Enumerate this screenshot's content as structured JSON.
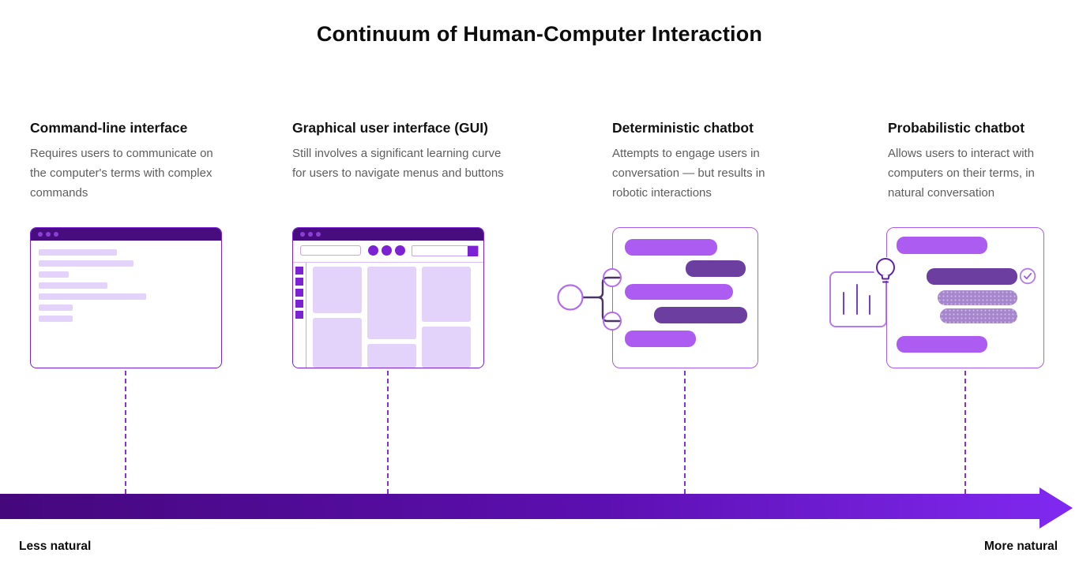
{
  "title": "Continuum of Human-Computer Interaction",
  "columns": [
    {
      "heading": "Command-line interface",
      "description": "Requires users to communicate on the computer's terms with complex commands",
      "illustration": "cli-terminal-window"
    },
    {
      "heading": "Graphical user interface (GUI)",
      "description": "Still involves a significant learning curve for users to navigate menus and buttons",
      "illustration": "gui-browser-window"
    },
    {
      "heading": "Deterministic chatbot",
      "description": "Attempts to engage users in conversation — but results in robotic interactions",
      "illustration": "decision-tree-chat-panel"
    },
    {
      "heading": "Probabilistic chatbot",
      "description": "Allows users to interact with computers on their terms, in natural conversation",
      "illustration": "probabilistic-chat-panel"
    }
  ],
  "axis": {
    "left_label": "Less natural",
    "right_label": "More natural"
  },
  "icons": {
    "window_dots": "traffic-dots-icon",
    "deterministic": "decision-tree-icon",
    "probabilistic_chart": "bar-chart-icon",
    "probabilistic_idea": "lightbulb-icon",
    "probabilistic_check": "check-circle-icon",
    "axis": "arrow-right-icon"
  },
  "colors": {
    "accent_purple": "#7c22d4",
    "titlebar_deep_purple": "#470d7e",
    "lavender_fill": "#e3d2f9",
    "light_violet_bubble": "#ad5cf1",
    "dark_purple_bubble": "#6b3e9f",
    "muted_mauve_bubble": "#a687cd",
    "panel_outline": "#a85cf3",
    "dashed_connector": "#8b2fd9",
    "arrow_gradient_start": "#45077c",
    "arrow_gradient_end": "#8129f2",
    "heading_text": "#111111",
    "body_text": "#5e5e5e"
  }
}
